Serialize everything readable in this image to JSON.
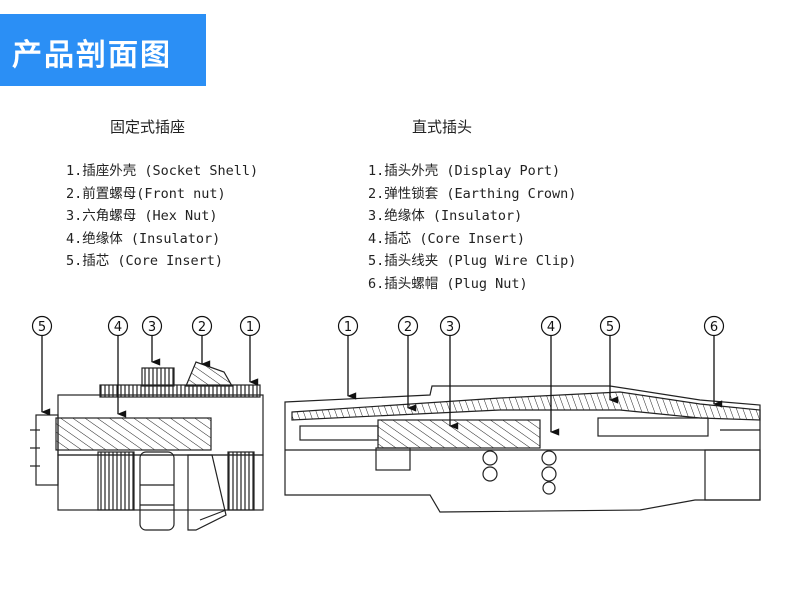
{
  "header": {
    "title": "产品剖面图",
    "accent_color": "#2b8ff5"
  },
  "socket": {
    "title": "固定式插座",
    "parts": [
      "1.插座外壳 (Socket Shell)",
      "2.前置螺母(Front nut)",
      "3.六角螺母 (Hex Nut)",
      "4.绝缘体 (Insulator)",
      "5.插芯 (Core Insert)"
    ],
    "callouts": [
      "5",
      "4",
      "3",
      "2",
      "1"
    ]
  },
  "plug": {
    "title": "直式插头",
    "parts": [
      "1.插头外壳 (Display Port)",
      "2.弹性锁套 (Earthing Crown)",
      "3.绝缘体 (Insulator)",
      "4.插芯 (Core Insert)",
      "5.插头线夹 (Plug Wire Clip)",
      "6.插头螺帽 (Plug Nut)"
    ],
    "callouts": [
      "1",
      "2",
      "3",
      "4",
      "5",
      "6"
    ]
  }
}
